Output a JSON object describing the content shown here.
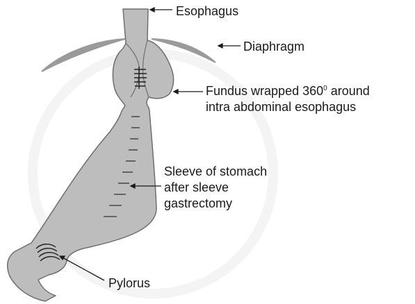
{
  "labels": {
    "esophagus": "Esophagus",
    "diaphragm": "Diaphragm",
    "fundus_line1_pre": "Fundus wrapped 360",
    "fundus_line1_sup": "0",
    "fundus_line1_post": " around",
    "fundus_line2": "intra abdominal esophagus",
    "sleeve_line1": "Sleeve of stomach",
    "sleeve_line2": "after sleeve",
    "sleeve_line3": "gastrectomy",
    "pylorus": "Pylorus"
  },
  "colors": {
    "organ_fill": "#bdbdbd",
    "organ_stroke": "#6e6e6e",
    "diaphragm": "#9a9a9a",
    "text": "#1a1a1a"
  }
}
